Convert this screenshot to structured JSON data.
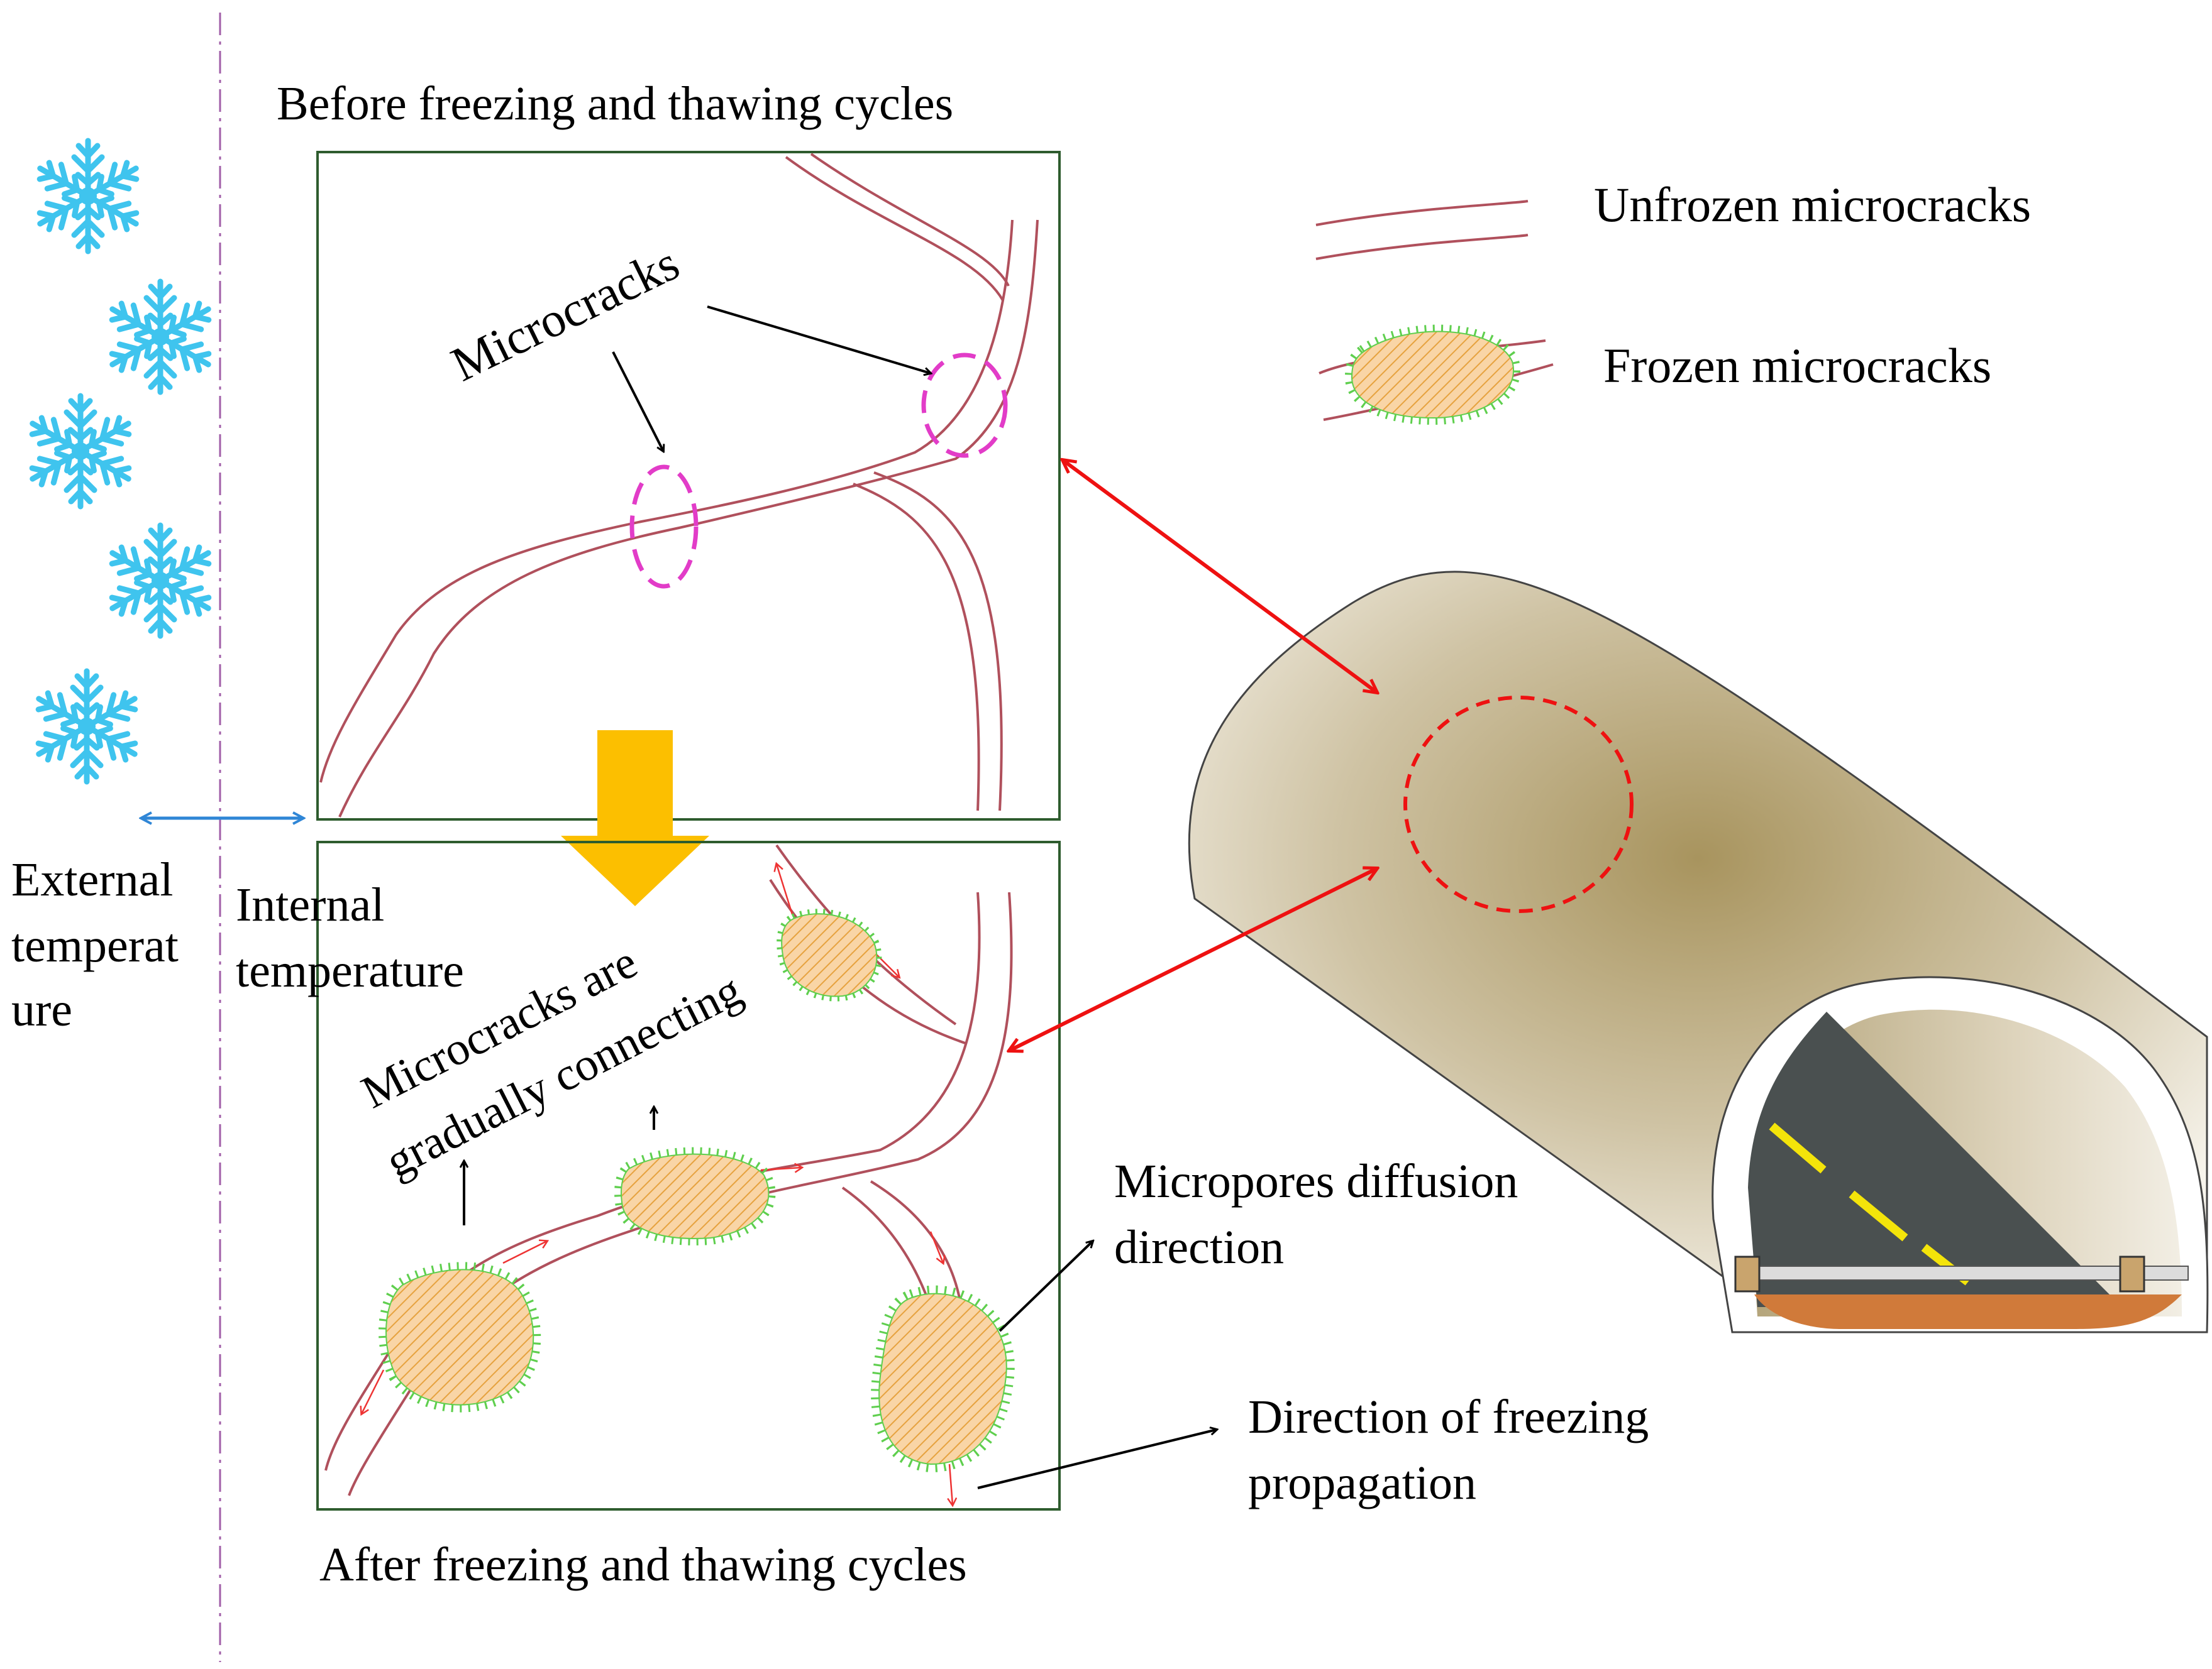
{
  "labels": {
    "top_title": "Before freezing and thawing cycles",
    "bottom_title": "After freezing and thawing cycles",
    "microcracks": "Microcracks",
    "connecting_line1": "Microcracks are",
    "connecting_line2": "gradually connecting",
    "external_temp": [
      "External",
      "temperat",
      "ure"
    ],
    "internal_temp": [
      "Internal",
      "temperature"
    ],
    "micropores": [
      "Micropores diffusion",
      "direction"
    ],
    "freezing_prop": [
      "Direction of freezing",
      "propagation"
    ]
  },
  "legend": {
    "unfrozen": "Unfrozen microcracks",
    "frozen": "Frozen microcracks"
  },
  "colors": {
    "crack": "#b0505c",
    "ellipse_pink": "#e23cc8",
    "ice_fill": "#f8d3a0",
    "ice_hatch": "#e8a040",
    "hair": "#5fcf4e",
    "red_arrow": "#ee1111",
    "snow": "#3fc4ee",
    "down_arrow": "#fcbf00",
    "box": "#2e5c2e",
    "temp_arrow": "#2f86d6",
    "divider": "#a15fa8",
    "tunnel_highlight": "#a89560",
    "road": "#4a5050",
    "road_lines": "#f4e40a"
  },
  "icons": [
    "snowflake-icon",
    "down-arrow-icon"
  ]
}
